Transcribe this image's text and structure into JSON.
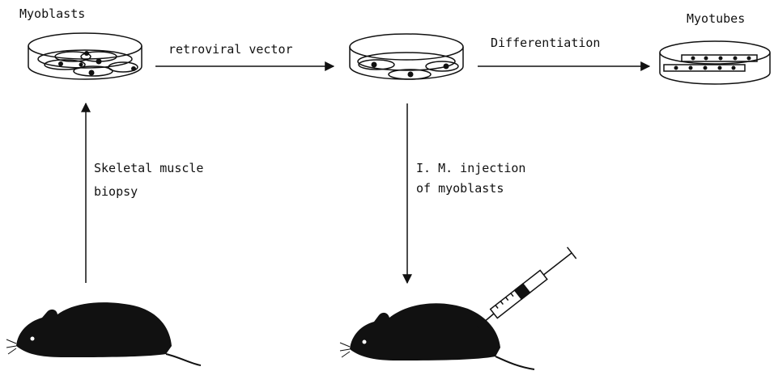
{
  "labels": {
    "myoblasts": "Myoblasts",
    "retroviral_vector": "retroviral vector",
    "differentiation": "Differentiation",
    "myotubes": "Myotubes",
    "biopsy_line1": "Skeletal muscle",
    "biopsy_line2": "biopsy",
    "injection_line1": "I. M. injection",
    "injection_line2": "of myoblasts"
  },
  "colors": {
    "ink": "#111111",
    "background": "#ffffff"
  },
  "icons": [
    "petri-dish-icon",
    "mouse-icon",
    "syringe-icon",
    "arrow-icon"
  ]
}
